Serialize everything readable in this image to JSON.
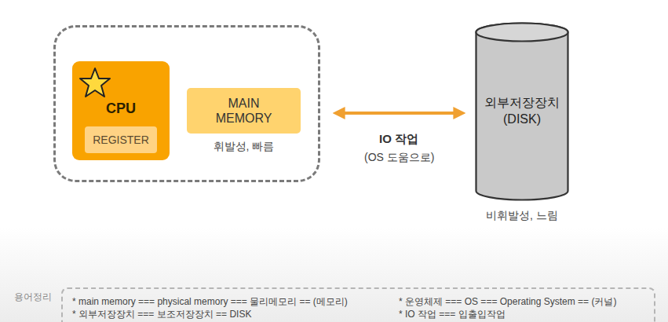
{
  "diagram": {
    "nodes": [
      {
        "text": []
      },
      {
        "text": [
          "CPU"
        ],
        "in": 0
      },
      {
        "text": [
          "REGISTER"
        ],
        "in": 1
      },
      {
        "text": [
          "MAIN MEMORY",
          "휘발성, 빠름"
        ],
        "in": 0
      },
      {
        "text": [
          "외부저장장치 (DISK)",
          "비휘발성, 느림"
        ]
      },
      {
        "text": [
          "용어정리",
          "* main memory === physical memory === 물리메모리 == (메모리)",
          "* 외부저장장치 === 보조저장장치 == DISK",
          "* 운영체제 === OS === Operating System == (커널)",
          "* IO 작업 === 입출입작업"
        ]
      }
    ],
    "edges": [
      {
        "from": 0,
        "to": 4,
        "arrow": "both",
        "label": "IO 작업"
      }
    ],
    "labels": [
      "(OS 도움으로)"
    ]
  }
}
